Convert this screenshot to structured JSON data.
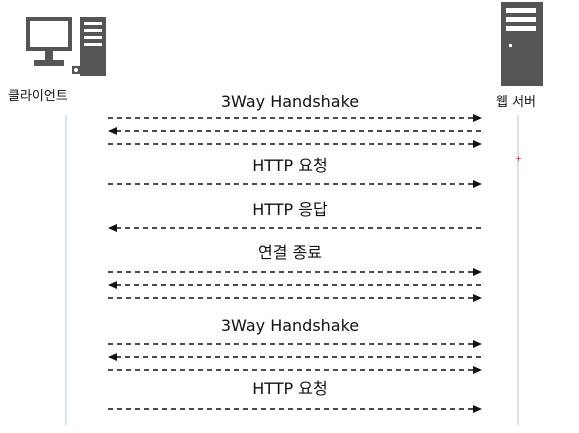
{
  "actors": {
    "client": {
      "label": "클라이언트",
      "icon": "desktop-computer-icon"
    },
    "server": {
      "label": "웹 서버",
      "icon": "server-tower-icon"
    }
  },
  "stages": [
    {
      "label": "3Way Handshake",
      "arrows": [
        "right",
        "left",
        "right"
      ]
    },
    {
      "label": "HTTP 요청",
      "arrows": [
        "right"
      ]
    },
    {
      "label": "HTTP 응답",
      "arrows": [
        "left"
      ]
    },
    {
      "label": "연결 종료",
      "arrows": [
        "right",
        "left",
        "right"
      ]
    },
    {
      "label": "3Way Handshake",
      "arrows": [
        "right",
        "left",
        "right"
      ]
    },
    {
      "label": "HTTP 요청",
      "arrows": [
        "right"
      ]
    }
  ],
  "colors": {
    "icon": "#555555",
    "lifeline": "#b8d4e6",
    "arrow": "#111111",
    "marker": "#cc2222"
  }
}
